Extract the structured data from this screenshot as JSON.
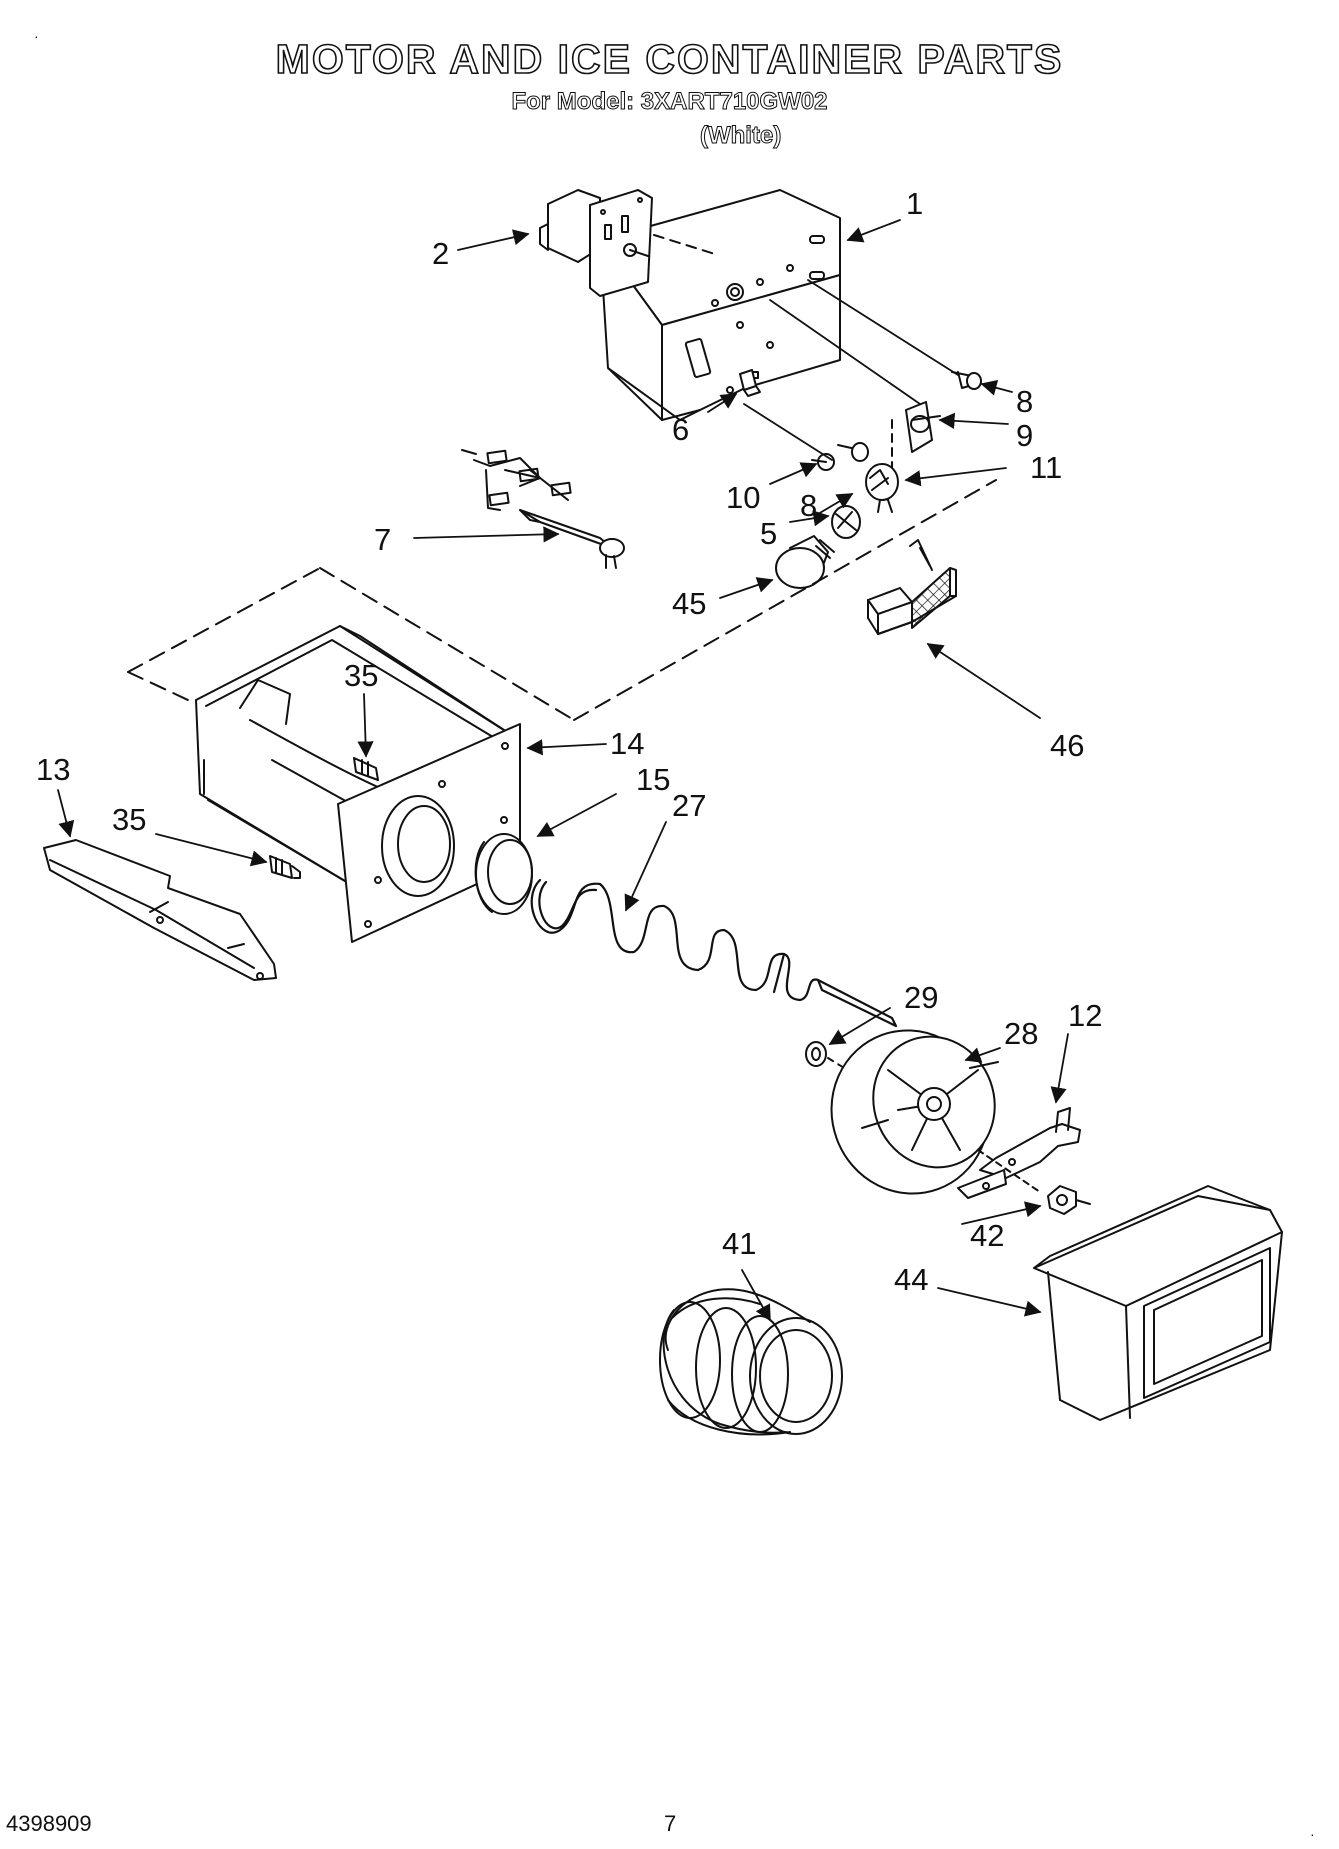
{
  "header": {
    "title": "MOTOR AND ICE CONTAINER PARTS",
    "model_line": "For Model: 3XART710GW02",
    "variant": "(White)"
  },
  "callouts": {
    "c1": "1",
    "c2": "2",
    "c6": "6",
    "c7": "7",
    "c8a": "8",
    "c8b": "8",
    "c9": "9",
    "c10": "10",
    "c11": "11",
    "c5": "5",
    "c45": "45",
    "c46": "46",
    "c35a": "35",
    "c35b": "35",
    "c14": "14",
    "c13": "13",
    "c15": "15",
    "c27": "27",
    "c29": "29",
    "c28": "28",
    "c12": "12",
    "c42": "42",
    "c41": "41",
    "c44": "44"
  },
  "footer": {
    "doc_number": "4398909",
    "page_number": "7"
  }
}
